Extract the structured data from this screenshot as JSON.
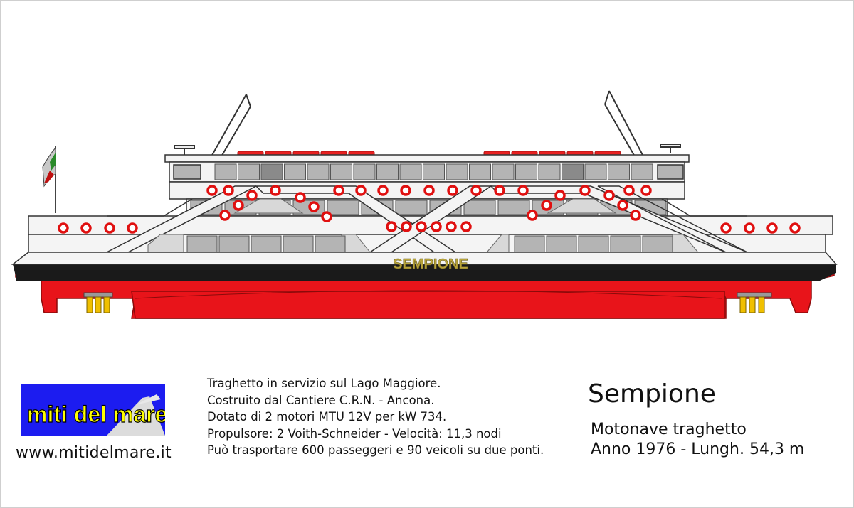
{
  "colors": {
    "hull_red": "#e8141a",
    "hull_dark": "#9e0a0d",
    "boot_top": "#1a1a1a",
    "superstructure": "#f4f4f4",
    "outline": "#333333",
    "window": "#b4b4b4",
    "window_dark": "#8a8a8a",
    "lifebuoy": "#e01010",
    "propeller": "#f0c000",
    "name_gold": "#b8a43a",
    "logo_blue": "#1c1cf0",
    "logo_text": "#ffff00"
  },
  "ship": {
    "hull_name": "SEMPIONE"
  },
  "logo": {
    "text": "miti del mare"
  },
  "website": "www.mitidelmare.it",
  "description": [
    "Traghetto in servizio sul Lago Maggiore.",
    "Costruito dal Cantiere C.R.N. - Ancona.",
    "Dotato di 2 motori MTU 12V per kW 734.",
    "Propulsore: 2 Voith-Schneider - Velocità: 11,3 nodi",
    "Può trasportare 600 passeggeri e 90 veicoli su due ponti."
  ],
  "title": {
    "name": "Sempione",
    "type": "Motonave traghetto",
    "year_length": "Anno 1976 - Lungh. 54,3 m"
  }
}
